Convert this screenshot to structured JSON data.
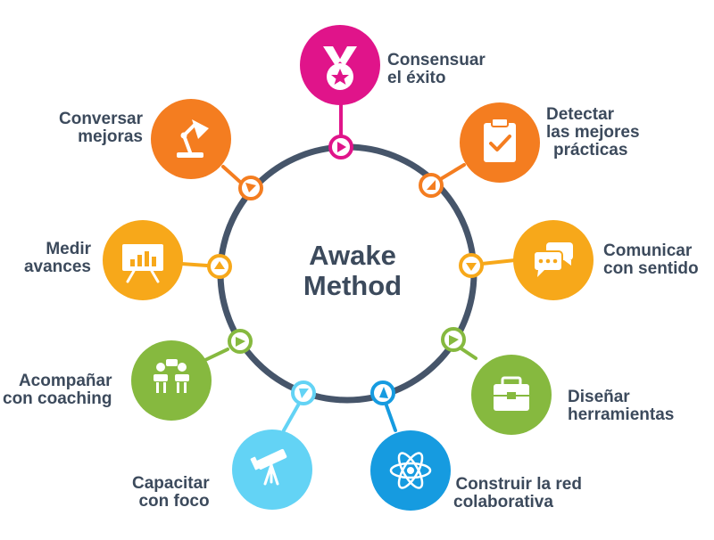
{
  "title": {
    "line1": "Awake",
    "line2": "Method"
  },
  "colors": {
    "ring": "#46556a",
    "magenta": "#e0148a",
    "orange": "#f47d20",
    "amber": "#f7a81a",
    "green": "#86b93f",
    "lightblue": "#63d3f5",
    "blue": "#169be0",
    "text": "#3c4a5c"
  },
  "steps": [
    {
      "line1": "Consensuar",
      "line2": "el éxito",
      "icon": "medal-icon"
    },
    {
      "line1": "Detectar",
      "line2": "las mejores",
      "line3": "prácticas",
      "icon": "clipboard-check-icon"
    },
    {
      "line1": "Comunicar",
      "line2": "con sentido",
      "icon": "chat-bubbles-icon"
    },
    {
      "line1": "Diseñar",
      "line2": "herramientas",
      "icon": "toolbox-icon"
    },
    {
      "line1": "Construir la red",
      "line2": "colaborativa",
      "icon": "atom-icon"
    },
    {
      "line1": "Capacitar",
      "line2": "con foco",
      "icon": "telescope-icon"
    },
    {
      "line1": "Acompañar",
      "line2": "con coaching",
      "icon": "coaching-icon"
    },
    {
      "line1": "Medir",
      "line2": "avances",
      "icon": "presentation-board-icon"
    },
    {
      "line1": "Conversar",
      "line2": "mejoras",
      "icon": "desk-lamp-icon"
    }
  ]
}
